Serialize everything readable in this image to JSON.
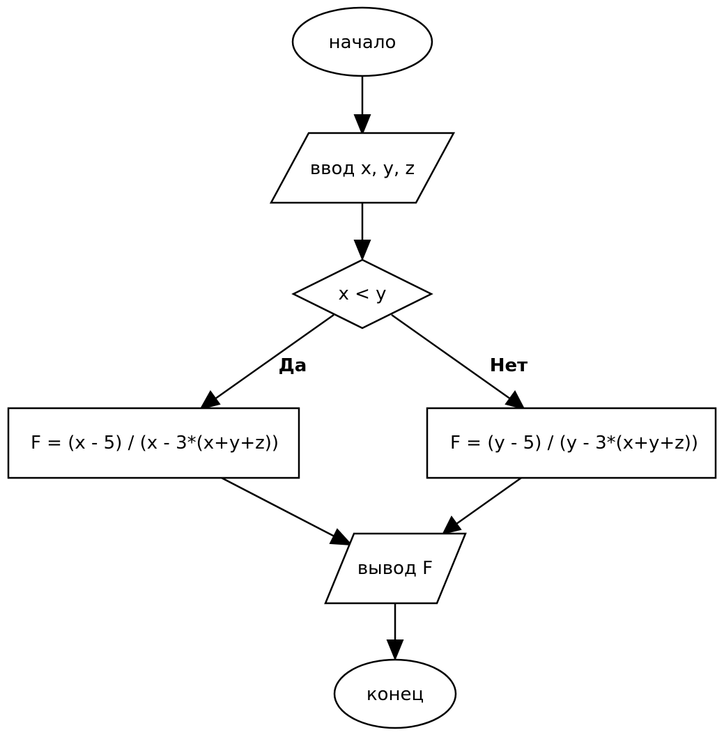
{
  "diagram": {
    "type": "flowchart",
    "nodes": {
      "start": {
        "label": "начало",
        "shape": "ellipse"
      },
      "input": {
        "label": "ввод x, y, z",
        "shape": "parallelogram"
      },
      "condition": {
        "label": "x < y",
        "shape": "diamond"
      },
      "branch_yes": {
        "label": "F = (x - 5) / (x - 3*(x+y+z))",
        "shape": "rectangle"
      },
      "branch_no": {
        "label": "F = (y - 5) / (y - 3*(x+y+z))",
        "shape": "rectangle"
      },
      "output": {
        "label": "вывод F",
        "shape": "parallelogram"
      },
      "end": {
        "label": "конец",
        "shape": "ellipse"
      }
    },
    "edges": [
      {
        "from": "start",
        "to": "input",
        "label": ""
      },
      {
        "from": "input",
        "to": "condition",
        "label": ""
      },
      {
        "from": "condition",
        "to": "branch_yes",
        "label": "Да"
      },
      {
        "from": "condition",
        "to": "branch_no",
        "label": "Нет"
      },
      {
        "from": "branch_yes",
        "to": "output",
        "label": ""
      },
      {
        "from": "branch_no",
        "to": "output",
        "label": ""
      },
      {
        "from": "output",
        "to": "end",
        "label": ""
      }
    ],
    "edge_labels": {
      "yes": "Да",
      "no": "Нет"
    },
    "colors": {
      "stroke": "#000000",
      "fill": "#ffffff",
      "text": "#000000"
    }
  }
}
